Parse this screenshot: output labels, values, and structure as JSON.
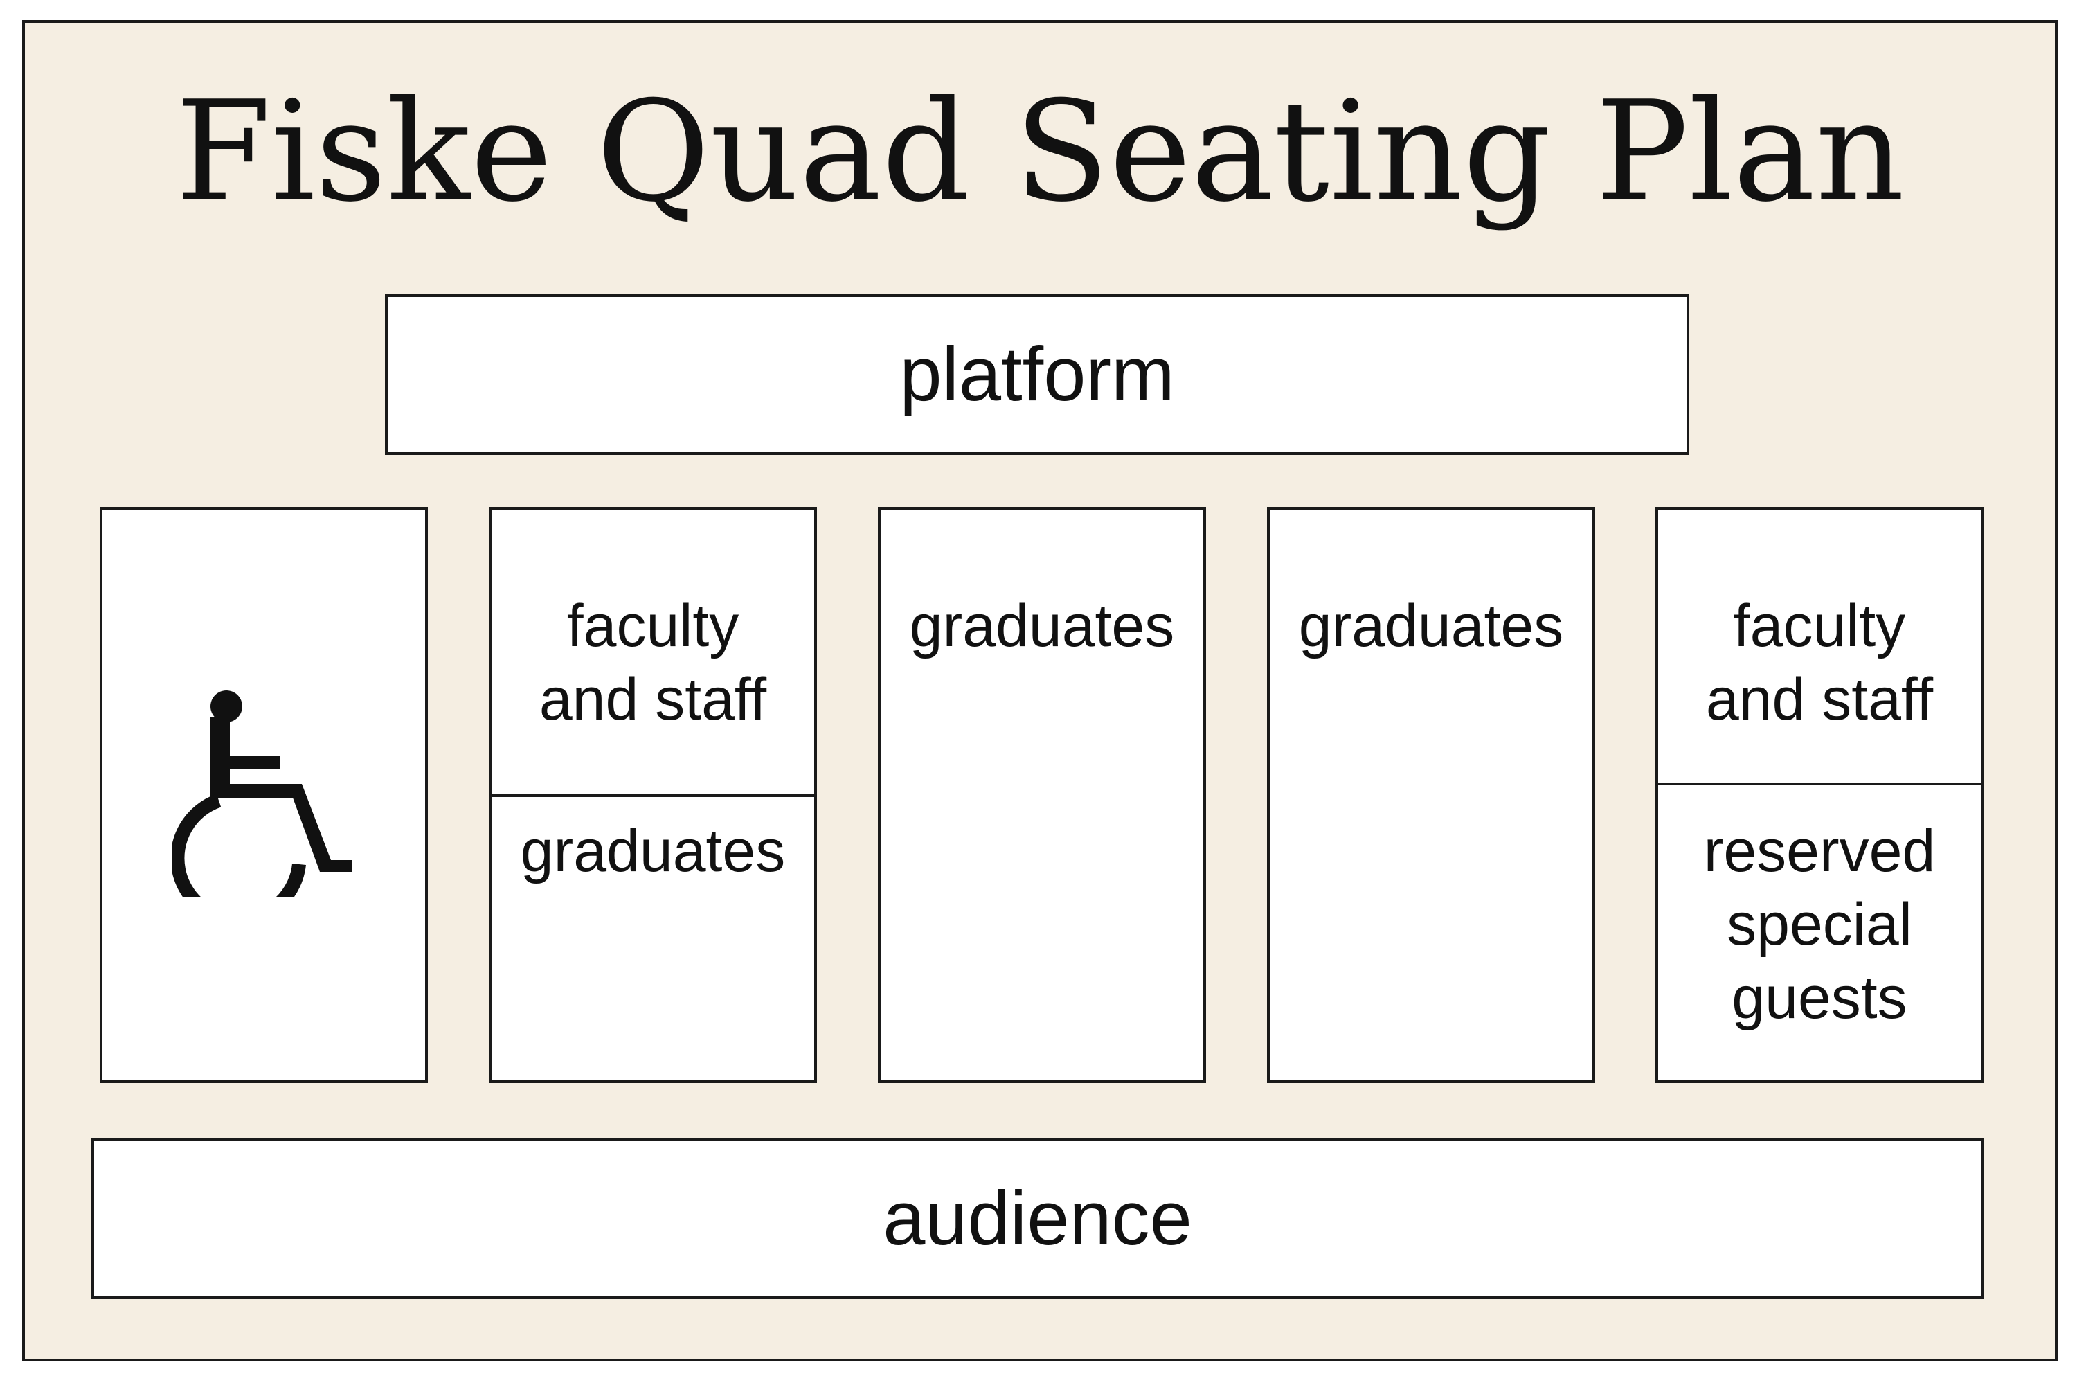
{
  "title": "Fiske Quad Seating Plan",
  "platform": {
    "label": "platform"
  },
  "audience": {
    "label": "audience"
  },
  "sections": {
    "accessible": {
      "icon": "wheelchair-icon"
    },
    "col2": {
      "top": {
        "line1": "faculty",
        "line2": "and staff"
      },
      "bottom": {
        "line1": "graduates"
      }
    },
    "col3": {
      "line1": "graduates"
    },
    "col4": {
      "line1": "graduates"
    },
    "col5": {
      "top": {
        "line1": "faculty",
        "line2": "and staff"
      },
      "bottom": {
        "line1": "reserved",
        "line2": "special",
        "line3": "guests"
      }
    }
  },
  "colors": {
    "background": "#f5eee2",
    "box_fill": "#ffffff",
    "stroke": "#1a1a1a",
    "text": "#111111"
  }
}
